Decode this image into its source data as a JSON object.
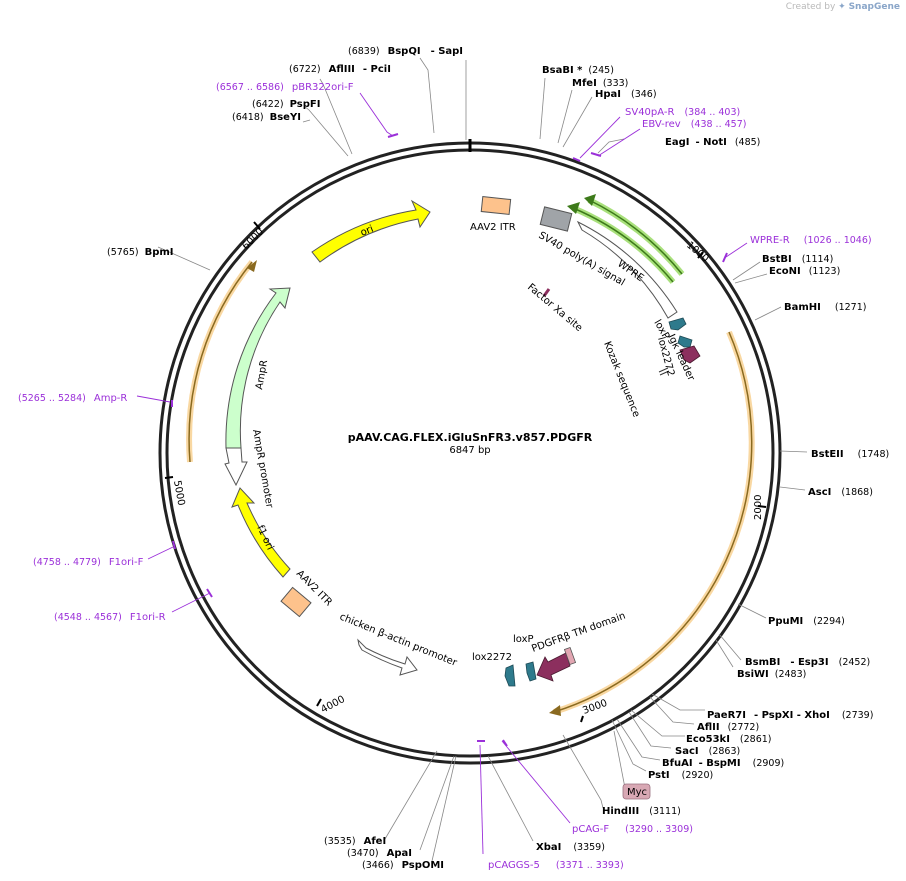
{
  "credit": {
    "prefix": "Created by",
    "brand": "SnapGene"
  },
  "plasmid": {
    "name": "pAAV.CAG.FLEX.iGluSnFR3.v857.PDGFR",
    "size_label": "6847 bp",
    "length": 6847
  },
  "ticks": [
    "1000",
    "2000",
    "3000",
    "4000",
    "5000",
    "6000"
  ],
  "sites": [
    {
      "name": "BspQI",
      "sep": "- SapI",
      "pos": "(6839)"
    },
    {
      "name": "AflIII",
      "sep": "- PciI",
      "pos": "(6722)"
    },
    {
      "name": "PspFI",
      "pos": "(6422)"
    },
    {
      "name": "BseYI",
      "pos": "(6418)"
    },
    {
      "name": "BpmI",
      "pos": "(5765)"
    },
    {
      "name": "BsaBI *",
      "pos": "(245)"
    },
    {
      "name": "MfeI",
      "pos": "(333)"
    },
    {
      "name": "HpaI",
      "pos": "(346)"
    },
    {
      "name": "EagI",
      "sep": "- NotI",
      "pos": "(485)"
    },
    {
      "name": "BstBI",
      "pos": "(1114)"
    },
    {
      "name": "EcoNI",
      "pos": "(1123)"
    },
    {
      "name": "BamHI",
      "pos": "(1271)"
    },
    {
      "name": "BstEII",
      "pos": "(1748)"
    },
    {
      "name": "AscI",
      "pos": "(1868)"
    },
    {
      "name": "PpuMI",
      "pos": "(2294)"
    },
    {
      "name": "BsmBI",
      "sep": "- Esp3I",
      "pos": "(2452)"
    },
    {
      "name": "BsiWI",
      "pos": "(2483)"
    },
    {
      "name": "PaeR7I",
      "sep": "- PspXI - XhoI",
      "pos": "(2739)"
    },
    {
      "name": "AflII",
      "pos": "(2772)"
    },
    {
      "name": "Eco53kI",
      "pos": "(2861)"
    },
    {
      "name": "SacI",
      "pos": "(2863)"
    },
    {
      "name": "BfuAI",
      "sep": "- BspMI",
      "pos": "(2909)"
    },
    {
      "name": "PstI",
      "pos": "(2920)"
    },
    {
      "name": "HindIII",
      "pos": "(3111)"
    },
    {
      "name": "XbaI",
      "pos": "(3359)"
    },
    {
      "name": "AfeI",
      "pos": "(3535)"
    },
    {
      "name": "ApaI",
      "pos": "(3470)"
    },
    {
      "name": "PspOMI",
      "pos": "(3466)"
    }
  ],
  "primers": [
    {
      "range": "(6567 .. 6586)",
      "name": "pBR322ori-F"
    },
    {
      "name": "SV40pA-R",
      "range": "(384 .. 403)"
    },
    {
      "name": "EBV-rev",
      "range": "(438 .. 457)"
    },
    {
      "name": "WPRE-R",
      "range": "(1026 .. 1046)"
    },
    {
      "range": "(5265 .. 5284)",
      "name": "Amp-R"
    },
    {
      "range": "(4758 .. 4779)",
      "name": "F1ori-F"
    },
    {
      "range": "(4548 .. 4567)",
      "name": "F1ori-R"
    },
    {
      "name": "pCAG-F",
      "range": "(3290 .. 3309)"
    },
    {
      "name": "pCAGGS-5",
      "range": "(3371 .. 3393)"
    }
  ],
  "features": {
    "aav2_itr_top": "AAV2 ITR",
    "sv40": "SV40 poly(A) signal",
    "wpre": "WPRE",
    "factor_xa": "Factor Xa site",
    "loxp_top": "loxP",
    "lox2272_top": "lox2272",
    "igk": "Igκ leader",
    "kozak": "Kozak sequence",
    "ori": "ori",
    "ampr": "AmpR",
    "ampr_promoter": "AmpR promoter",
    "f1ori": "f1 ori",
    "aav2_itr_bottom": "AAV2 ITR",
    "cba": "chicken β-actin promoter",
    "lox2272_bottom": "lox2272",
    "loxp_bottom": "loxP",
    "pdgfr": "PDGFRβ TM domain",
    "myc": "Myc"
  },
  "colors": {
    "primer": "#9b30d9",
    "ori": "#ffff00",
    "itr": "#fdc28c",
    "ampr": "#ccffcc",
    "wpre_outer": "#4daf1a",
    "lox": "#2e7a8c",
    "pdgfr": "#8c2f5e",
    "orf": "#e0a040",
    "grey": "#a0a4a8"
  }
}
